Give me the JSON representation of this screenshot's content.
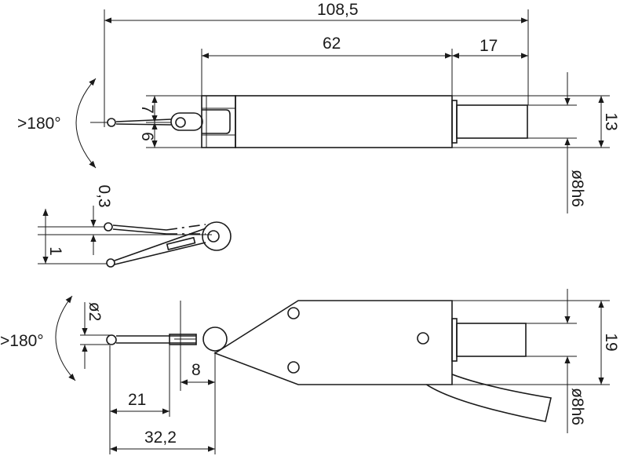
{
  "dimensions": {
    "total_length": "108,5",
    "body_length": "62",
    "shaft_length": "17",
    "upper_offset": "7",
    "lower_offset": "6",
    "body_height": "13",
    "shaft_diameter_top": "ø8h6",
    "gap": "0,3",
    "stroke": "1",
    "tip_diameter": "ø2",
    "bottom_height": "19",
    "shaft_diameter_bottom": "ø8h6",
    "arm_length": "21",
    "clamp_length": "8",
    "pivot_length": "32,2"
  },
  "angles": {
    "rotation_top": ">180°",
    "rotation_bottom": ">180°"
  }
}
